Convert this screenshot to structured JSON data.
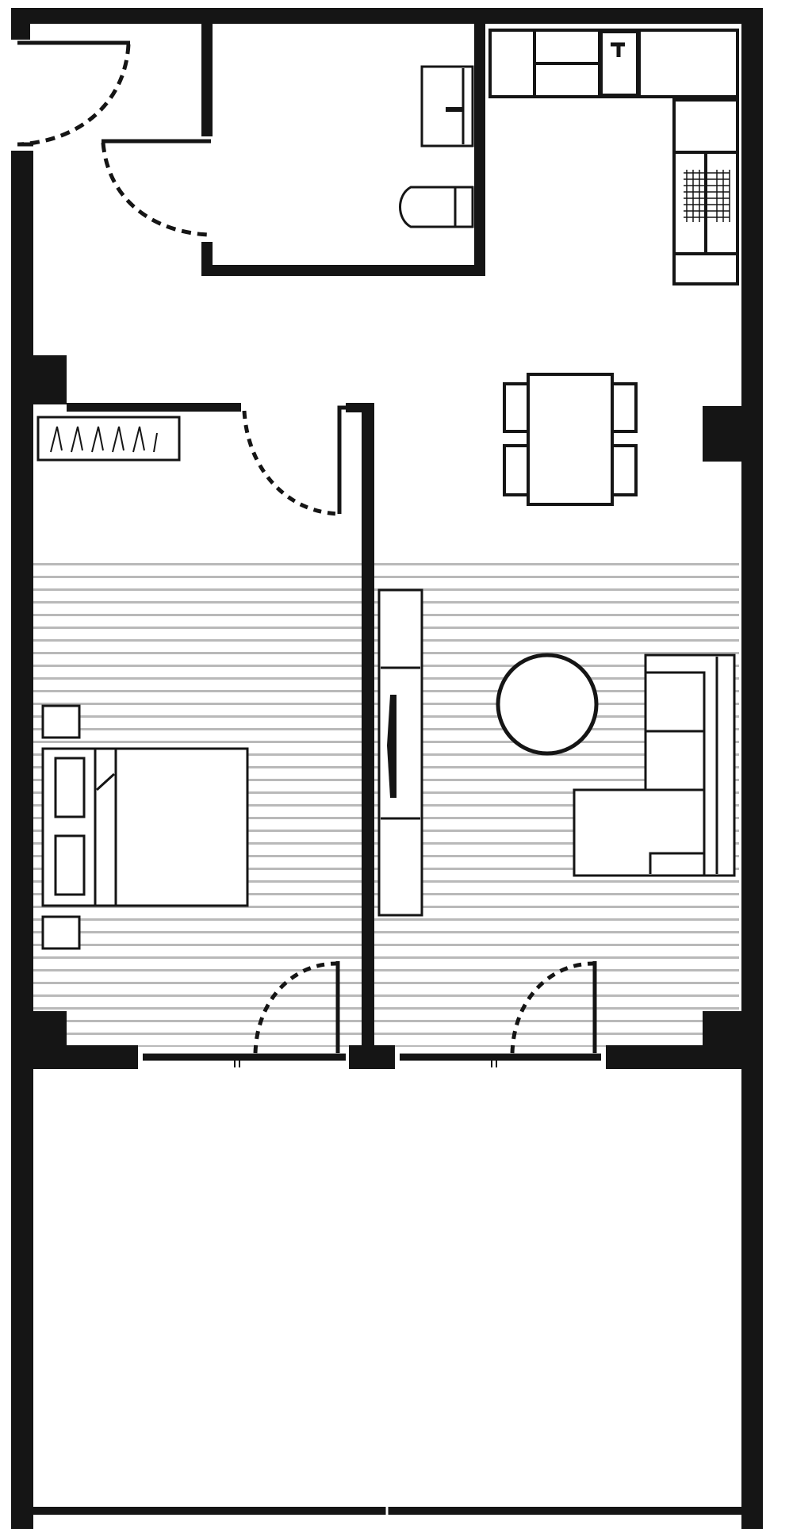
{
  "drawing": {
    "kind": "apartment floor plan",
    "colors": {
      "wall": "#151515",
      "line": "#1a1a1a",
      "floor_hatch": "#b9b9b9",
      "background": "#ffffff"
    },
    "rooms": [
      "entry-hall",
      "bathroom",
      "kitchen",
      "dining",
      "bedroom",
      "living-room",
      "balcony"
    ],
    "furniture": [
      "washbasin",
      "toilet",
      "kitchen-counter",
      "kitchen-sink",
      "cooktop",
      "dining-table",
      "dining-chairs",
      "wardrobe",
      "double-bed",
      "nightstands",
      "tv-unit",
      "round-coffee-table",
      "corner-sofa"
    ],
    "doors": [
      "entry-door",
      "bathroom-door",
      "bedroom-door",
      "bedroom-balcony-door",
      "living-balcony-door"
    ]
  }
}
